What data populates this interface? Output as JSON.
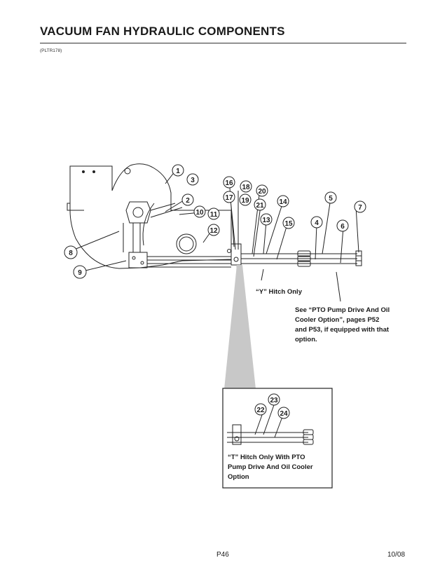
{
  "header": {
    "title": "VACUUM FAN HYDRAULIC COMPONENTS",
    "reference": "(PLTR178)"
  },
  "callouts": [
    "1",
    "2",
    "3",
    "4",
    "5",
    "6",
    "7",
    "8",
    "9",
    "10",
    "11",
    "12",
    "13",
    "14",
    "15",
    "16",
    "17",
    "18",
    "19",
    "20",
    "21",
    "22",
    "23",
    "24"
  ],
  "notes": {
    "y_hitch": "“Y” Hitch Only",
    "see_pto": [
      "See “PTO Pump Drive And Oil",
      "Cooler Option”, pages P52",
      "and P53, if equipped with that",
      "option."
    ],
    "t_hitch": [
      "“T” Hitch Only With PTO",
      "Pump Drive And Oil Cooler",
      "Option"
    ]
  },
  "footer": {
    "page": "P46",
    "date": "10/08"
  }
}
